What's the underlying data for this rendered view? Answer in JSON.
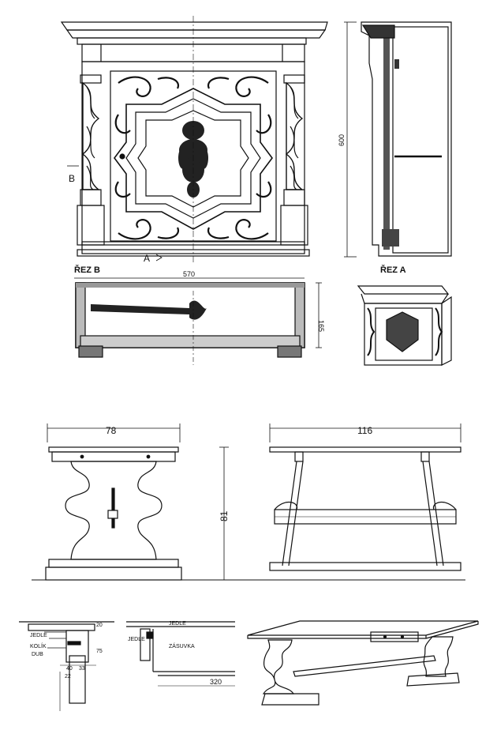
{
  "cabinet": {
    "section_a_label": "ŘEZ A",
    "section_b_label": "ŘEZ B",
    "marker_a": "A",
    "marker_b": "B",
    "dim_width": "570",
    "dim_height": "600",
    "dim_depth": "165"
  },
  "table": {
    "dim_depth": "78",
    "dim_length": "116",
    "dim_height": "81"
  },
  "details": {
    "wood_fir": "JEDLE",
    "wood_pin": "KOLÍK",
    "wood_oak": "DUB",
    "wood_fir_2": "JEDLE",
    "drawer": "ZÁSUVKA",
    "dim_20": "20",
    "dim_75": "75",
    "dim_40": "40",
    "dim_33": "33",
    "dim_22": "22",
    "dim_320": "320",
    "wood_fir_top": "JEDLE"
  }
}
